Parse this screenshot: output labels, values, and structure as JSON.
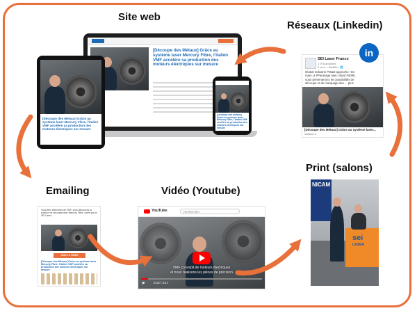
{
  "labels": {
    "site_web": "Site web",
    "reseaux": "Réseaux (Linkedin)",
    "emailing": "Emailing",
    "video": "Vidéo (Youtube)",
    "print": "Print (salons)"
  },
  "site": {
    "headline": "[Découpe des Métaux] Grâce au système laser Mercury Fibre, l'italien VMF accélère sa production des moteurs électriques sur mesure",
    "tablet_headline": "[Découpe des Métaux] Grâce au système laser Mercury Fibre, l'italien VMF accélère sa production des moteurs électriques sur mesure",
    "phone_headline": "[Découpe des Métaux] Grâce au système laser Mercury Fibre, l'italien VMF accélère sa production des moteurs électriques sur mesure"
  },
  "linkedin": {
    "company": "SEI Laser France",
    "followers": "1 976 abonnés",
    "meta": "2 sem. • Modifié • 🌐",
    "post_text": "Global Industrie PG&D approche ! En mars, à #Paravage avec stand #4085, nous présenterons les possibilités de découpe et de marquage des ... plus",
    "link_title": "[Découpe des Métaux] Grâce au système laser...",
    "link_domain": "seilaser.fr",
    "logo_text": "in"
  },
  "emailing": {
    "intro": "Vous êtes intéressés de VMF, vous découvrez la solution de découpe laser Mercury Fibre, créée par la SEI Laser...",
    "headline": "[Découpe des Métaux] Grâce au système laser Mercury Fibre, l'italien VMF accélère sa production des moteurs électriques sur mesure",
    "cta": "VOIR LA VIDÉO"
  },
  "youtube": {
    "brand": "YouTube",
    "search_placeholder": "Rechercher",
    "subtitle_line1": "VMF concepit de moteurs électriques",
    "subtitle_line2": "et nous réalisons les pièces de précision",
    "time": "0:14 / 4:17"
  },
  "print": {
    "banner_left": "NICAM",
    "booth_brand": "sei",
    "booth_sub": "LASER"
  },
  "colors": {
    "accent": "#e8703a",
    "link_blue": "#1f6bb5",
    "linkedin": "#0a66c2",
    "youtube": "#ff0000"
  }
}
